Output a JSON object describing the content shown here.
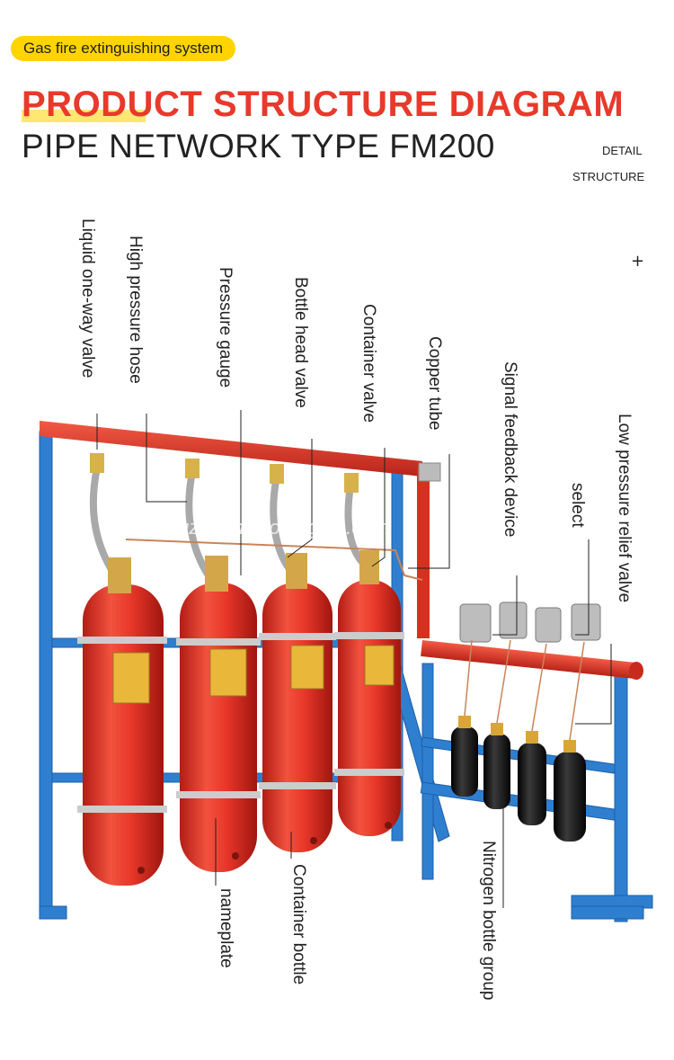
{
  "header": {
    "badge": "Gas fire extinguishing system",
    "title": "PRODUCT STRUCTURE DIAGRAM",
    "subtitle": "PIPE NETWORK TYPE FM200",
    "corner_line1": "DETAIL",
    "corner_line2": "STRUCTURE",
    "plus": "+"
  },
  "labels": {
    "liquid_valve": "Liquid one-way valve",
    "hose": "High pressure hose",
    "gauge": "Pressure gauge",
    "bottle_head": "Bottle head valve",
    "container_valve": "Container valve",
    "copper_tube": "Copper tube",
    "signal": "Signal feedback device",
    "select": "select",
    "low_pressure": "Low pressure relief valve",
    "nameplate": "nameplate",
    "container_bottle": "Container bottle",
    "nitrogen": "Nitrogen bottle group"
  },
  "watermark": "gzxinlinxiaofang.en.com",
  "colors": {
    "accent_red": "#e8392b",
    "highlight_yellow": "#ffd400",
    "frame_blue": "#2f7fd0",
    "cylinder_red": "#e8372a",
    "nitrogen_black": "#1a1a1a"
  }
}
